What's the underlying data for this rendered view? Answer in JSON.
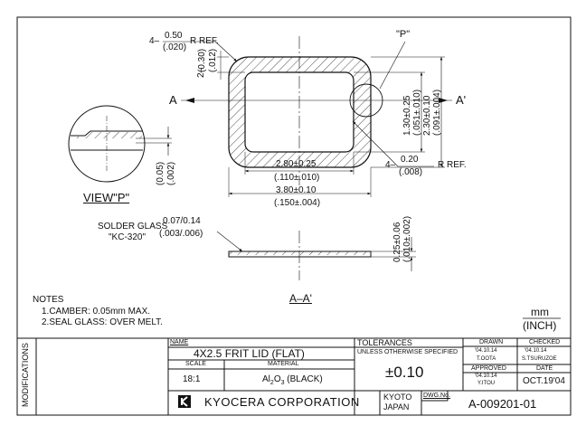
{
  "drawing": {
    "ref_top_count": "4–",
    "ref_top_mm": "0.50",
    "ref_top_in": "(.020)",
    "ref_top_label": "R REF.",
    "ref_bot_count": "4–",
    "ref_bot_mm": "0.20",
    "ref_bot_in": "(.008)",
    "ref_bot_label": "R REF.",
    "wall_count": "2–",
    "wall_mm": "(0.30)",
    "wall_in": "(.012)",
    "section_left": "A",
    "section_right": "A'",
    "detail_mark": "\"P\"",
    "h_inner_mm": "1.30±0.25",
    "h_inner_in": "(.051±.010)",
    "h_outer_mm": "2.30±0.10",
    "h_outer_in": "(.091±.004)",
    "w_inner_mm": "2.80±0.25",
    "w_inner_in": "(.110±.010)",
    "w_outer_mm": "3.80±0.10",
    "w_outer_in": "(.150±.004)",
    "detail_thick_mm": "(0.05)",
    "detail_thick_in": "(.002)",
    "view_label": "VIEW\"P\"",
    "solder_label_1": "SOLDER GLASS",
    "solder_label_2": "\"KC-320\"",
    "solder_mm": "0.07/0.14",
    "solder_in": "(.003/.006)",
    "thick_mm": "0.25±0.06",
    "thick_in": "(.010±.002)",
    "section_label": "A–A'"
  },
  "notes": {
    "title": "NOTES",
    "items": [
      "1.CAMBER: 0.05mm MAX.",
      "2.SEAL GLASS: OVER MELT."
    ]
  },
  "units": {
    "primary": "mm",
    "secondary": "(INCH)"
  },
  "title_block": {
    "modifications": "MODIFICATIONS",
    "name_label": "NAME",
    "name": "4X2.5 FRIT LID (FLAT)",
    "scale_label": "SCALE",
    "scale": "18:1",
    "material_label": "MATERIAL",
    "material_pre": "Al",
    "material_sub1": "2",
    "material_mid": "O",
    "material_sub2": "3",
    "material_post": " (BLACK)",
    "tolerances_label": "TOLERANCES",
    "tolerances_note": "UNLESS OTHERWISE SPECIFIED",
    "tolerance": "±0.10",
    "drawn_label": "DRAWN",
    "drawn_date": "'04.10.14",
    "drawn_name": "T.OOTA",
    "checked_label": "CHECKED",
    "checked_date": "'04.10.14",
    "checked_name": "S.TSURUZOE",
    "approved_label": "APPROVED",
    "approved_date": "'04.10.14",
    "approved_name": "Y.ITOU",
    "date_label": "DATE",
    "date": "OCT.19'04",
    "company": "KYOCERA CORPORATION",
    "city": "KYOTO",
    "country": "JAPAN",
    "dwg_label": "DWG.No.",
    "dwg_no": "A-009201-01",
    "logo_icon": "kyocera-logo-icon"
  },
  "colors": {
    "ink": "#111111",
    "paper": "#ffffff"
  }
}
